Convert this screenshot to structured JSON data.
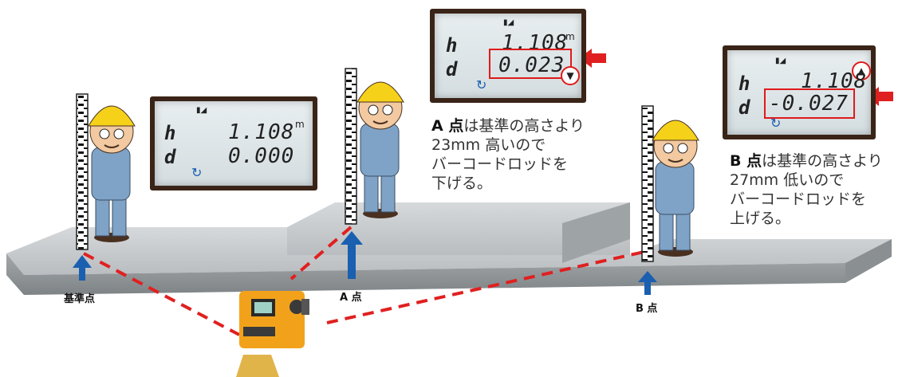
{
  "lcd_base": {
    "h_label": "h",
    "h_value": "1.108",
    "h_unit": "m",
    "d_label": "d",
    "d_value": "0.000"
  },
  "lcd_a": {
    "h_label": "h",
    "h_value": "1.108",
    "h_unit": "m",
    "d_label": "d",
    "d_value": "0.023",
    "arrow_glyph": "▼"
  },
  "lcd_b": {
    "h_label": "h",
    "h_value": "1.108",
    "d_label": "d",
    "d_value": "-0.027",
    "arrow_glyph": "▲"
  },
  "note_a": {
    "point": "A 点",
    "line1": "は基準の高さより",
    "line2": "23mm 高いので",
    "line3": "バーコードロッドを",
    "line4": "下げる。"
  },
  "note_b": {
    "point": "B 点",
    "line1": "は基準の高さより",
    "line2": "27mm 低いので",
    "line3": "バーコードロッドを",
    "line4": "上げる。"
  },
  "labels": {
    "base_point": "基準点",
    "point_a": "A 点",
    "point_b": "B 点"
  },
  "icons": {
    "antenna": "antenna-icon",
    "spin": "rotation-icon"
  },
  "colors": {
    "floor_top": "#c9cdcf",
    "floor_side": "#8f9496",
    "arrow_blue": "#1a5fb0",
    "sight_line": "#e02020",
    "helmet": "#f5d11a",
    "uniform": "#7fa3c6",
    "lcd_frame": "#3a2418",
    "highlight_red": "#e01a1a"
  }
}
